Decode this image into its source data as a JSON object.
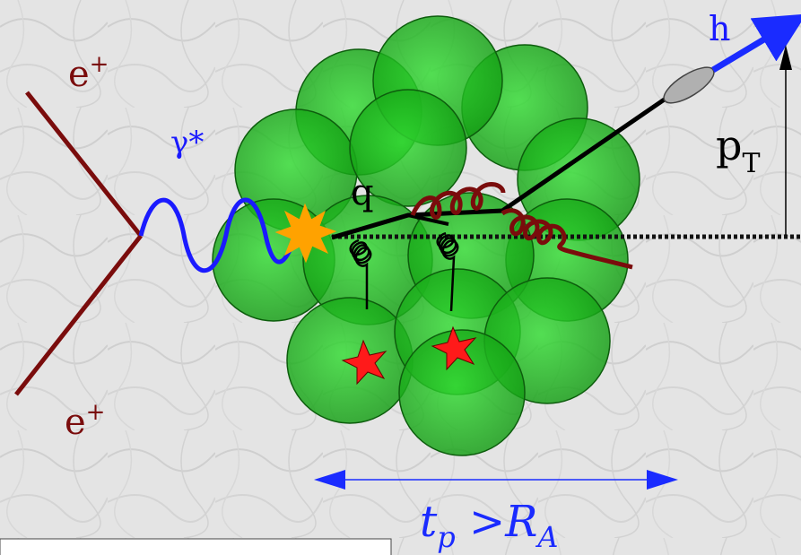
{
  "labels": {
    "positron_top": "e",
    "positron_top_sup": "+",
    "positron_bottom": "e",
    "positron_bottom_sup": "+",
    "photon": "γ*",
    "quark": "q",
    "hadron": "h",
    "pt": "p",
    "pt_sub": "T",
    "formation_t": "t",
    "formation_p": "p",
    "formation_gt": " >R",
    "formation_A": "A"
  },
  "colors": {
    "background": "#e4e4e4",
    "positron_line": "#7a0c0c",
    "photon": "#1a1aff",
    "vertex_star": "#ffa200",
    "nucleon_fill": "#22bb22",
    "nucleon_edge": "#0d5d0d",
    "gluon_dark": "#7a0c0c",
    "red_star": "#ff1a1a",
    "hadron_ellipse": "#b0b0b0",
    "arrow_blue": "#1a2bff",
    "text_maroon": "#7a0c0c",
    "text_blue": "#1a1aff"
  }
}
